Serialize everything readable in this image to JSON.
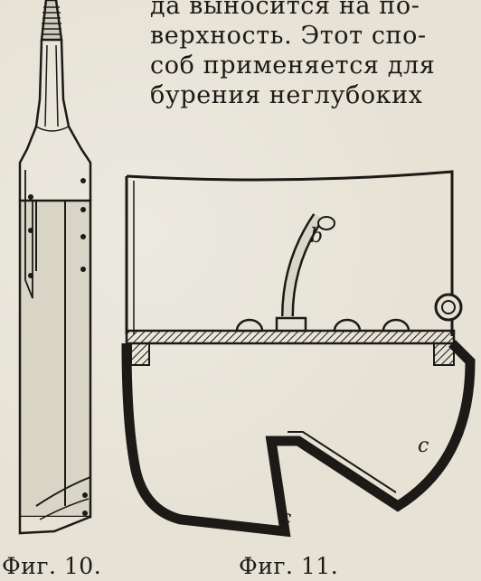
{
  "text": {
    "lines": [
      "да выносится на по-",
      "верхность. Этот спо-",
      "соб применяется для",
      "бурения неглубоких"
    ]
  },
  "figures": {
    "fig10": {
      "caption": "Фиг. 10."
    },
    "fig11": {
      "caption": "Фиг. 11.",
      "labels": {
        "b": "b",
        "c1": "c",
        "c2": "c"
      }
    }
  },
  "colors": {
    "ink": "#1c1a16",
    "paper": "#e6e2d5"
  }
}
